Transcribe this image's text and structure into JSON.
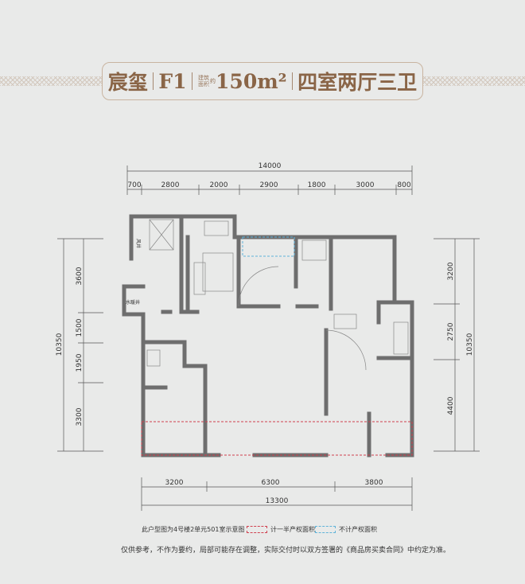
{
  "header": {
    "name": "宸玺",
    "unit": "F1",
    "area_label": "建筑面积",
    "area_prefix": "约",
    "area": "150m²",
    "layout": "四室两厅三卫"
  },
  "dimensions": {
    "top_total": "14000",
    "top_segments": [
      "700",
      "2800",
      "2000",
      "2900",
      "1800",
      "3000",
      "800"
    ],
    "left_total": "10350",
    "left_segments": [
      "3600",
      "1500",
      "1950",
      "3300"
    ],
    "right_total": "10350",
    "right_segments": [
      "3200",
      "2750",
      "4400"
    ],
    "bottom_total": "13300",
    "bottom_segments": [
      "3200",
      "6300",
      "3800"
    ]
  },
  "rooms": {
    "vent_shaft": "风井",
    "water_heating_shaft": "水暖井"
  },
  "legend": {
    "caption": "此户型图为4号楼2单元501室示意图",
    "half_area": "计一半产权面积",
    "half_area_color": "#d0404f",
    "no_area": "不计产权面积",
    "no_area_color": "#5fb3d9"
  },
  "disclaimer": "仅供参考，不作为要约，局部可能存在调整，实际交付时以双方签署的《商品房买卖合同》中约定为准。"
}
